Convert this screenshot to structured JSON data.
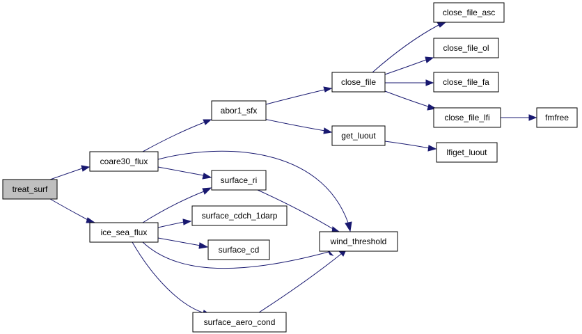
{
  "graph": {
    "colors": {
      "edge": "#191970",
      "node_border": "#000000",
      "node_fill": "#ffffff",
      "root_fill": "#bfbfbf"
    },
    "nodes": {
      "treat_surf": "treat_surf",
      "coare30_flux": "coare30_flux",
      "ice_sea_flux": "ice_sea_flux",
      "abor1_sfx": "abor1_sfx",
      "surface_ri": "surface_ri",
      "surface_cdch_1darp": "surface_cdch_1darp",
      "surface_cd": "surface_cd",
      "surface_aero_cond": "surface_aero_cond",
      "close_file": "close_file",
      "get_luout": "get_luout",
      "wind_threshold": "wind_threshold",
      "close_file_asc": "close_file_asc",
      "close_file_ol": "close_file_ol",
      "close_file_fa": "close_file_fa",
      "close_file_lfi": "close_file_lfi",
      "lfiget_luout": "lfiget_luout",
      "fmfree": "fmfree"
    },
    "edges": [
      [
        "treat_surf",
        "coare30_flux"
      ],
      [
        "treat_surf",
        "ice_sea_flux"
      ],
      [
        "coare30_flux",
        "abor1_sfx"
      ],
      [
        "coare30_flux",
        "surface_ri"
      ],
      [
        "coare30_flux",
        "wind_threshold"
      ],
      [
        "ice_sea_flux",
        "surface_ri"
      ],
      [
        "ice_sea_flux",
        "surface_cdch_1darp"
      ],
      [
        "ice_sea_flux",
        "surface_cd"
      ],
      [
        "ice_sea_flux",
        "wind_threshold"
      ],
      [
        "ice_sea_flux",
        "surface_aero_cond"
      ],
      [
        "abor1_sfx",
        "close_file"
      ],
      [
        "abor1_sfx",
        "get_luout"
      ],
      [
        "surface_ri",
        "wind_threshold"
      ],
      [
        "surface_aero_cond",
        "wind_threshold"
      ],
      [
        "close_file",
        "close_file_asc"
      ],
      [
        "close_file",
        "close_file_ol"
      ],
      [
        "close_file",
        "close_file_fa"
      ],
      [
        "close_file",
        "close_file_lfi"
      ],
      [
        "get_luout",
        "lfiget_luout"
      ],
      [
        "close_file_lfi",
        "fmfree"
      ]
    ]
  }
}
